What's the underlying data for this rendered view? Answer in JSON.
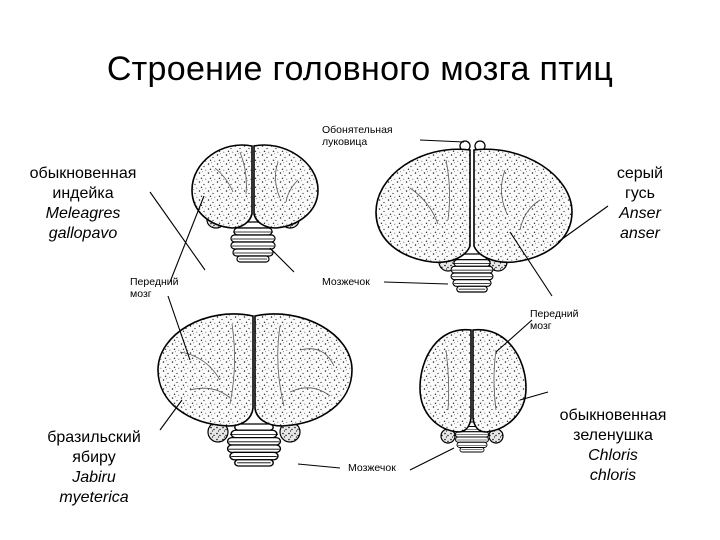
{
  "title": "Строение головного мозга птиц",
  "species": {
    "turkey": {
      "common": [
        "обыкновенная",
        "индейка"
      ],
      "latin": [
        "Meleagres",
        "gallopavo"
      ]
    },
    "goose": {
      "common": [
        "серый",
        "гусь"
      ],
      "latin": [
        "Anser",
        "anser"
      ]
    },
    "jabiru": {
      "common": [
        "бразильский",
        "ябиру"
      ],
      "latin": [
        "Jabiru",
        "myeterica"
      ]
    },
    "greenfinch": {
      "common": [
        "обыкновенная",
        "зеленушка"
      ],
      "latin": [
        "Chloris",
        "chloris"
      ]
    }
  },
  "labels": {
    "olfactory_bulb": [
      "Обонятельная",
      "луковица"
    ],
    "forebrain_1": [
      "Передний",
      "мозг"
    ],
    "cerebellum_1": "Мозжечок",
    "forebrain_2": [
      "Передний",
      "мозг"
    ],
    "cerebellum_2": "Мозжечок"
  }
}
